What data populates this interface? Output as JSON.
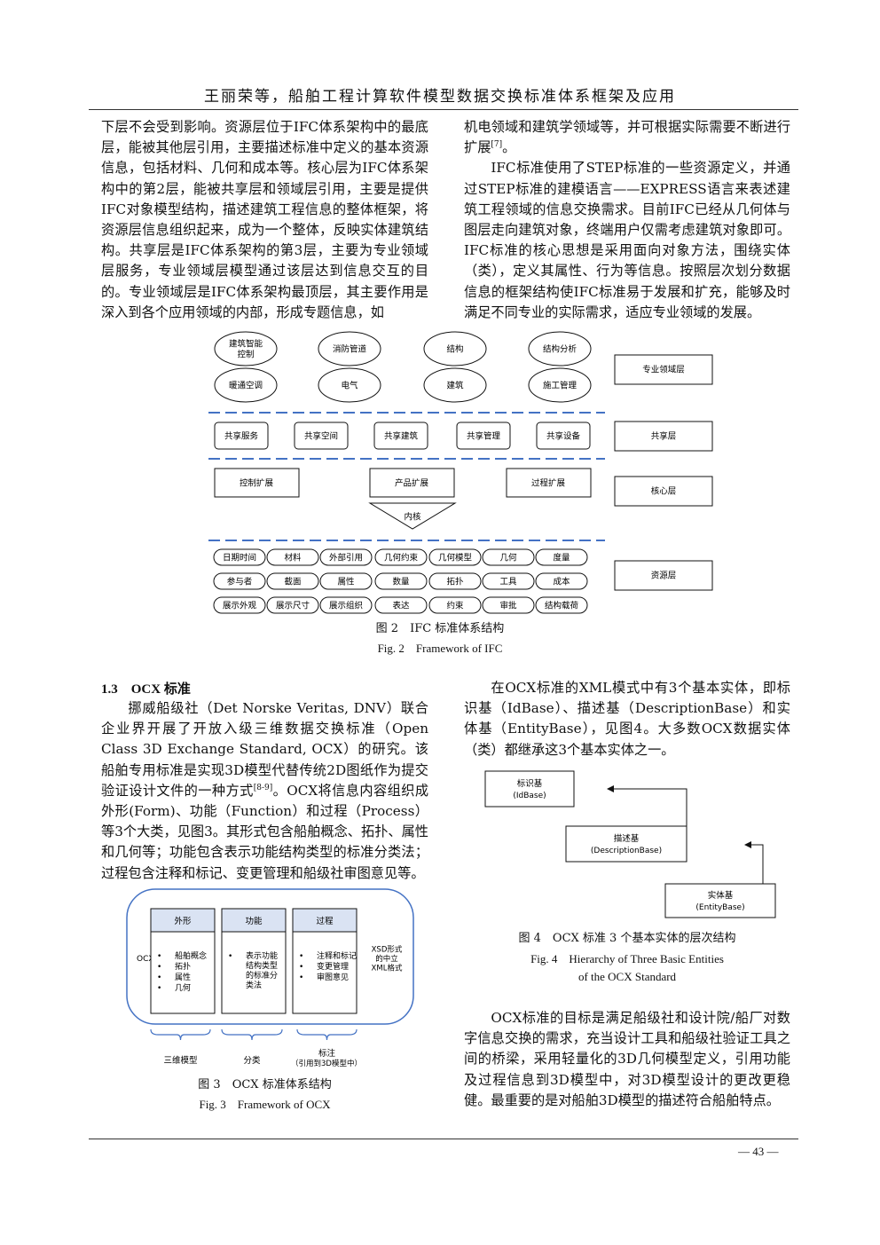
{
  "header": {
    "running_title": "王丽荣等，船舶工程计算软件模型数据交换标准体系框架及应用"
  },
  "body_top": {
    "left_paragraph": "下层不会受到影响。资源层位于IFC体系架构中的最底层，能被其他层引用，主要描述标准中定义的基本资源信息，包括材料、几何和成本等。核心层为IFC体系架构中的第2层，能被共享层和领域层引用，主要是提供IFC对象模型结构，描述建筑工程信息的整体框架，将资源层信息组织起来，成为一个整体，反映实体建筑结构。共享层是IFC体系架构的第3层，主要为专业领域层服务，专业领域层模型通过该层达到信息交互的目的。专业领域层是IFC体系架构最顶层，其主要作用是深入到各个应用领域的内部，形成专题信息，如",
    "right_p1": "机电领域和建筑学领域等，并可根据实际需要不断进行扩展",
    "right_p1_ref": "[7]",
    "right_p1_end": "。",
    "right_p2": "IFC标准使用了STEP标准的一些资源定义，并通过STEP标准的建模语言——EXPRESS语言来表述建筑工程领域的信息交换需求。目前IFC已经从几何体与图层走向建筑对象，终端用户仅需考虑建筑对象即可。IFC标准的核心思想是采用面向对象方法，围绕实体（类），定义其属性、行为等信息。按照层次划分数据信息的框架结构使IFC标准易于发展和扩充，能够及时满足不同专业的实际需求，适应专业领域的发展。"
  },
  "fig2": {
    "domain_row1": [
      "建筑智能控制",
      "消防管道",
      "结构",
      "结构分析"
    ],
    "domain_row2": [
      "暖通空调",
      "电气",
      "建筑",
      "施工管理"
    ],
    "shared": [
      "共享服务",
      "共享空间",
      "共享建筑",
      "共享管理",
      "共享设备"
    ],
    "core": [
      "控制扩展",
      "产品扩展",
      "过程扩展"
    ],
    "kernel": "内核",
    "resource_row1": [
      "日期时间",
      "材料",
      "外部引用",
      "几何约束",
      "几何模型",
      "几何",
      "度量"
    ],
    "resource_row2": [
      "参与者",
      "截面",
      "属性",
      "数量",
      "拓扑",
      "工具",
      "成本"
    ],
    "resource_row3": [
      "展示外观",
      "展示尺寸",
      "展示组织",
      "表达",
      "约束",
      "审批",
      "结构载荷"
    ],
    "layers": [
      "专业领域层",
      "共享层",
      "核心层",
      "资源层"
    ],
    "caption_zh": "图 2　IFC 标准体系结构",
    "caption_en": "Fig. 2　Framework of IFC"
  },
  "section13": {
    "heading": "1.3　OCX 标准",
    "p1_a": "挪威船级社（Det Norske Veritas, DNV）联合企业界开展了开放入级三维数据交换标准（Open Class 3D Exchange Standard, OCX）的研究。该船舶专用标准是实现3D模型代替传统2D图纸作为提交验证设计文件的一种方式",
    "p1_ref": "[8-9]",
    "p1_b": "。OCX将信息内容组织成外形(Form)、功能（Function）和过程（Process）等3个大类，见图3。其形式包含船舶概念、拓扑、属性和几何等；功能包含表示功能结构类型的标准分类法；过程包含注释和标记、变更管理和船级社审图意见等。",
    "right_p1": "在OCX标准的XML模式中有3个基本实体，即标识基（IdBase）、描述基（DescriptionBase）和实体基（EntityBase），见图4。大多数OCX数据实体（类）都继承这3个基本实体之一。",
    "right_p2": "OCX标准的目标是满足船级社和设计院/船厂对数字信息交换的需求，充当设计工具和船级社验证工具之间的桥梁，采用轻量化的3D几何模型定义，引用功能及过程信息到3D模型中，对3D模型设计的更改更稳健。最重要的是对船舶3D模型的描述符合船舶特点。"
  },
  "fig3": {
    "ocx_label": "OCX",
    "columns": [
      {
        "title": "外形",
        "items": [
          "船舶概念",
          "拓扑",
          "属性",
          "几何"
        ]
      },
      {
        "title": "功能",
        "items": [
          "表示功能结构类型的标准分类法"
        ]
      },
      {
        "title": "过程",
        "items": [
          "注释和标记",
          "变更管理",
          "审图意见"
        ]
      }
    ],
    "xsd_label": "XSD形式的中立XML格式",
    "brace_labels": [
      "三维模型",
      "分类",
      "标注"
    ],
    "brace_sub": "（引用到3D模型中）",
    "caption_zh": "图 3　OCX 标准体系结构",
    "caption_en": "Fig. 3　Framework of OCX"
  },
  "fig4": {
    "boxes": [
      {
        "zh": "标识基",
        "en": "(IdBase)"
      },
      {
        "zh": "描述基",
        "en": "(DescriptionBase)"
      },
      {
        "zh": "实体基",
        "en": "(EntityBase)"
      }
    ],
    "caption_zh": "图 4　OCX 标准 3 个基本实体的层次结构",
    "caption_en_1": "Fig. 4　Hierarchy of Three Basic Entities",
    "caption_en_2": "of the OCX Standard"
  },
  "footer": {
    "page_number": "— 43 —"
  }
}
